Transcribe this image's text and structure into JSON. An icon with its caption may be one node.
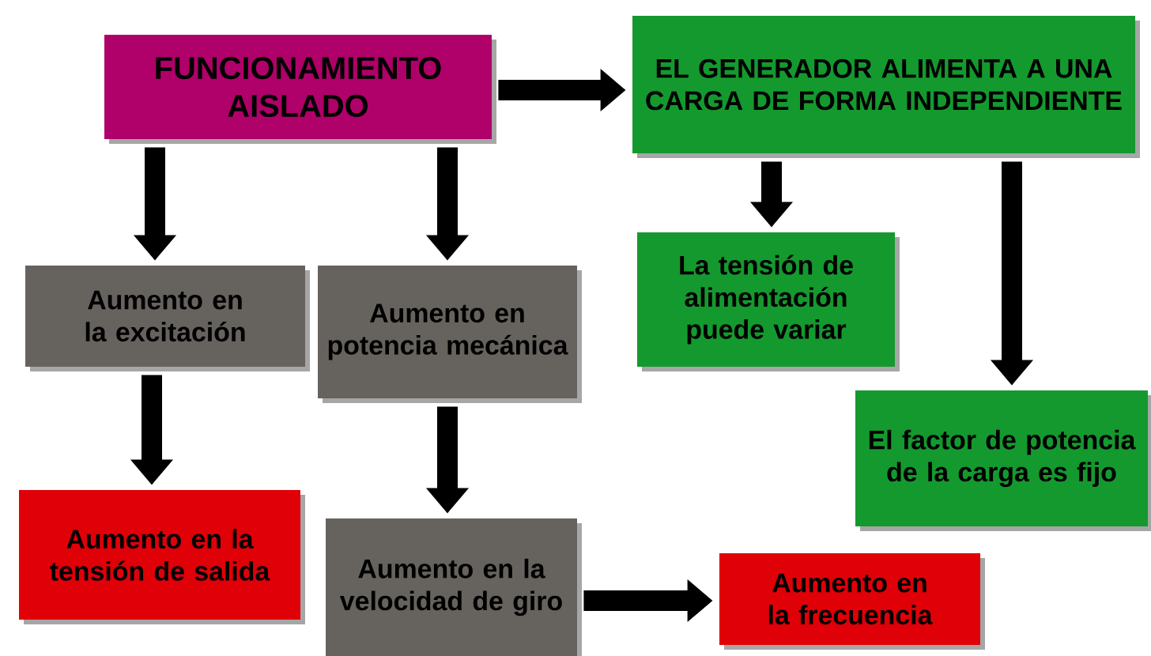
{
  "diagram": {
    "nodes": [
      {
        "text": [
          "FUNCIONAMIENTO AISLADO"
        ]
      },
      {
        "text": [
          "EL GENERADOR ALIMENTA A UNA CARGA DE FORMA INDEPENDIENTE"
        ]
      },
      {
        "text": [
          "Aumento en la excitación"
        ]
      },
      {
        "text": [
          "Aumento en potencia mecánica"
        ]
      },
      {
        "text": [
          "La tensión de alimentación puede variar"
        ]
      },
      {
        "text": [
          "El factor de potencia de la carga es fijo"
        ]
      },
      {
        "text": [
          "Aumento en la tensión de salida"
        ]
      },
      {
        "text": [
          "Aumento en la velocidad de giro"
        ]
      },
      {
        "text": [
          "Aumento en la frecuencia"
        ]
      }
    ],
    "edges": [
      {
        "from": 0,
        "to": 1,
        "arrow": "to"
      },
      {
        "from": 0,
        "to": 2,
        "arrow": "to"
      },
      {
        "from": 0,
        "to": 3,
        "arrow": "to"
      },
      {
        "from": 1,
        "to": 4,
        "arrow": "to"
      },
      {
        "from": 1,
        "to": 5,
        "arrow": "to"
      },
      {
        "from": 2,
        "to": 6,
        "arrow": "to"
      },
      {
        "from": 3,
        "to": 7,
        "arrow": "to"
      },
      {
        "from": 7,
        "to": 8,
        "arrow": "to"
      }
    ]
  }
}
